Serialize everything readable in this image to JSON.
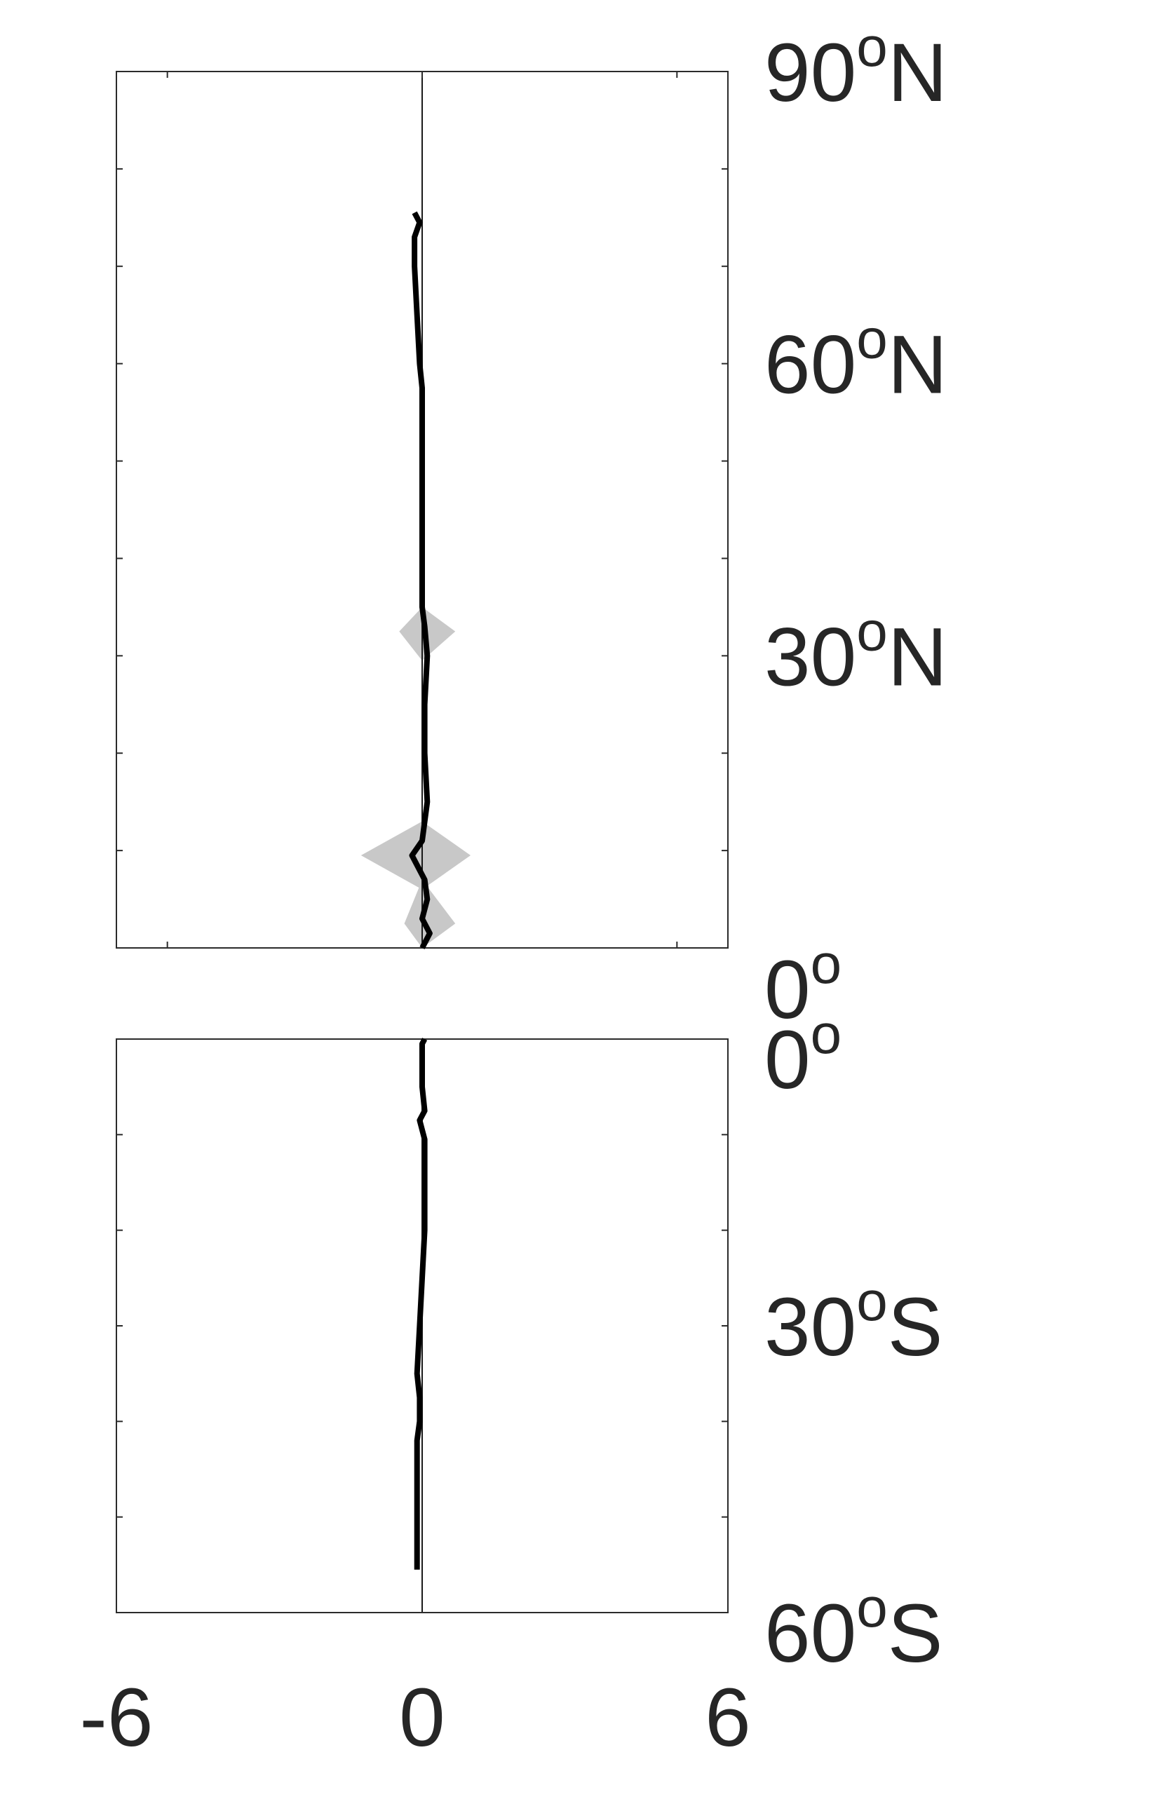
{
  "chart_data": [
    {
      "type": "line",
      "name": "northern-hemisphere-panel",
      "orientation": "vertical",
      "x_range": [
        -6,
        6
      ],
      "y_range": [
        0,
        90
      ],
      "y_ticks": [
        0,
        10,
        20,
        30,
        40,
        50,
        60,
        70,
        80,
        90
      ],
      "x_ticks": [
        -5,
        0,
        5
      ],
      "y_labels": [
        {
          "value": 90,
          "num": "90",
          "suffix": "N"
        },
        {
          "value": 60,
          "num": "60",
          "suffix": "N"
        },
        {
          "value": 30,
          "num": "30",
          "suffix": "N"
        },
        {
          "value": 0,
          "num": "0",
          "suffix": ""
        }
      ],
      "line": [
        [
          0.0,
          0
        ],
        [
          0.15,
          1.5
        ],
        [
          0.0,
          3
        ],
        [
          0.1,
          5
        ],
        [
          0.05,
          7
        ],
        [
          -0.2,
          9.5
        ],
        [
          0.0,
          11
        ],
        [
          0.1,
          15
        ],
        [
          0.05,
          20
        ],
        [
          0.05,
          25
        ],
        [
          0.1,
          30
        ],
        [
          0.05,
          33
        ],
        [
          0.0,
          35
        ],
        [
          0.0,
          40
        ],
        [
          0.0,
          45
        ],
        [
          0.0,
          50
        ],
        [
          0.0,
          55
        ],
        [
          0.0,
          57.5
        ],
        [
          -0.05,
          60
        ],
        [
          -0.1,
          65
        ],
        [
          -0.15,
          70
        ],
        [
          -0.15,
          73
        ],
        [
          -0.05,
          74.5
        ],
        [
          -0.15,
          75.5
        ]
      ],
      "uncertainty": [
        {
          "lat_range": [
            0,
            7
          ],
          "lower": -0.35,
          "upper": 0.65,
          "peak_lat": 2.5
        },
        {
          "lat_range": [
            6,
            13
          ],
          "lower": -1.2,
          "upper": 0.95,
          "peak_lat": 9.5
        },
        {
          "lat_range": [
            29.5,
            35
          ],
          "lower": -0.45,
          "upper": 0.65,
          "peak_lat": 32.5
        }
      ]
    },
    {
      "type": "line",
      "name": "southern-hemisphere-panel",
      "orientation": "vertical",
      "x_range": [
        -6,
        6
      ],
      "y_range": [
        -60,
        0
      ],
      "y_ticks": [
        -60,
        -50,
        -40,
        -30,
        -20,
        -10,
        0
      ],
      "y_labels": [
        {
          "value": 0,
          "num": "0",
          "suffix": ""
        },
        {
          "value": -30,
          "num": "30",
          "suffix": "S"
        },
        {
          "value": -60,
          "num": "60",
          "suffix": "S"
        }
      ],
      "x_tick_labels": [
        {
          "value": -6,
          "text": "-6"
        },
        {
          "value": 0,
          "text": "0"
        },
        {
          "value": 6,
          "text": "6"
        }
      ],
      "line": [
        [
          0.05,
          0
        ],
        [
          0.0,
          -0.5
        ],
        [
          0.0,
          -2
        ],
        [
          0.0,
          -5
        ],
        [
          0.05,
          -7.5
        ],
        [
          -0.05,
          -8.5
        ],
        [
          0.05,
          -10.5
        ],
        [
          0.05,
          -13
        ],
        [
          0.05,
          -17
        ],
        [
          0.05,
          -20
        ],
        [
          0.0,
          -25
        ],
        [
          -0.05,
          -30
        ],
        [
          -0.1,
          -35
        ],
        [
          -0.05,
          -37.5
        ],
        [
          -0.05,
          -40
        ],
        [
          -0.1,
          -42
        ],
        [
          -0.1,
          -45
        ],
        [
          -0.1,
          -50
        ],
        [
          -0.1,
          -55.5
        ]
      ]
    }
  ]
}
